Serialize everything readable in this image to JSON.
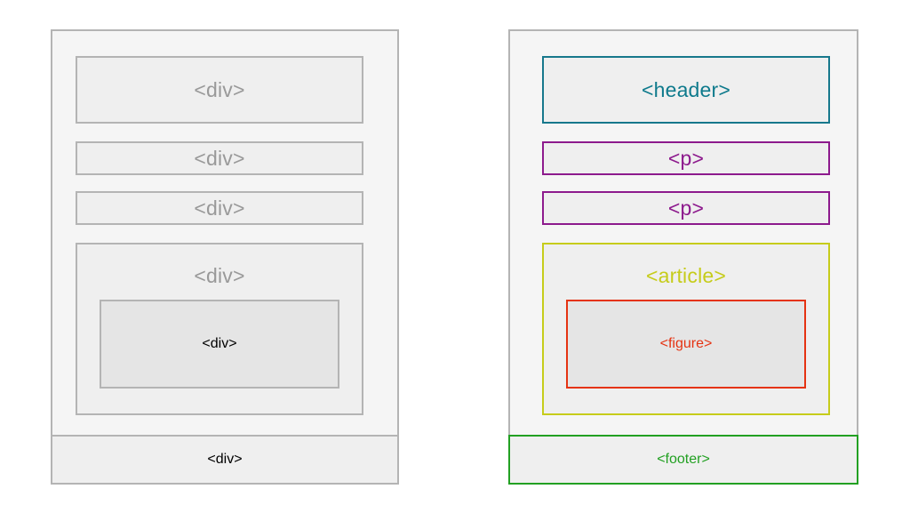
{
  "diagram": {
    "type": "html-structure-comparison",
    "background_color": "#ffffff",
    "panels": [
      {
        "id": "div-soup",
        "name": "non-semantic-markup-panel",
        "border_color": "#b4b4b4",
        "background_color": "#f5f5f5",
        "blocks": [
          {
            "id": "div-1",
            "label": "<div>",
            "color": "#999999",
            "border_color": "#b4b4b4",
            "fill": "#efefef",
            "size": "large"
          },
          {
            "id": "div-2",
            "label": "<div>",
            "color": "#999999",
            "border_color": "#b4b4b4",
            "fill": "#efefef",
            "size": "small"
          },
          {
            "id": "div-3",
            "label": "<div>",
            "color": "#999999",
            "border_color": "#b4b4b4",
            "fill": "#efefef",
            "size": "small"
          },
          {
            "id": "div-4",
            "label": "<div>",
            "color": "#999999",
            "border_color": "#b4b4b4",
            "fill": "#efefef",
            "size": "container"
          },
          {
            "id": "div-5",
            "label": "<div>",
            "color": "#999999",
            "border_color": "#b4b4b4",
            "fill": "#e5e5e5",
            "size": "nested"
          },
          {
            "id": "div-footer",
            "label": "<div>",
            "color": "#999999",
            "border_color": "#b4b4b4",
            "fill": "#efefef",
            "size": "footer"
          }
        ]
      },
      {
        "id": "semantic",
        "name": "semantic-markup-panel",
        "border_color": "#b4b4b4",
        "background_color": "#f5f5f5",
        "blocks": [
          {
            "id": "sem-header",
            "label": "<header>",
            "color": "#0e7a8c",
            "border_color": "#17788c",
            "fill": "#efefef",
            "size": "large"
          },
          {
            "id": "sem-p-1",
            "label": "<p>",
            "color": "#8d1a8d",
            "border_color": "#8d1a8d",
            "fill": "#efefef",
            "size": "small"
          },
          {
            "id": "sem-p-2",
            "label": "<p>",
            "color": "#8d1a8d",
            "border_color": "#8d1a8d",
            "fill": "#efefef",
            "size": "small"
          },
          {
            "id": "sem-article",
            "label": "<article>",
            "color": "#c6cc1b",
            "border_color": "#c6cc1b",
            "fill": "#efefef",
            "size": "container"
          },
          {
            "id": "sem-figure",
            "label": "<figure>",
            "color": "#e53312",
            "border_color": "#e53312",
            "fill": "#e5e5e5",
            "size": "nested"
          },
          {
            "id": "sem-footer",
            "label": "<footer>",
            "color": "#22a022",
            "border_color": "#22a022",
            "fill": "#efefef",
            "size": "footer"
          }
        ]
      }
    ]
  }
}
